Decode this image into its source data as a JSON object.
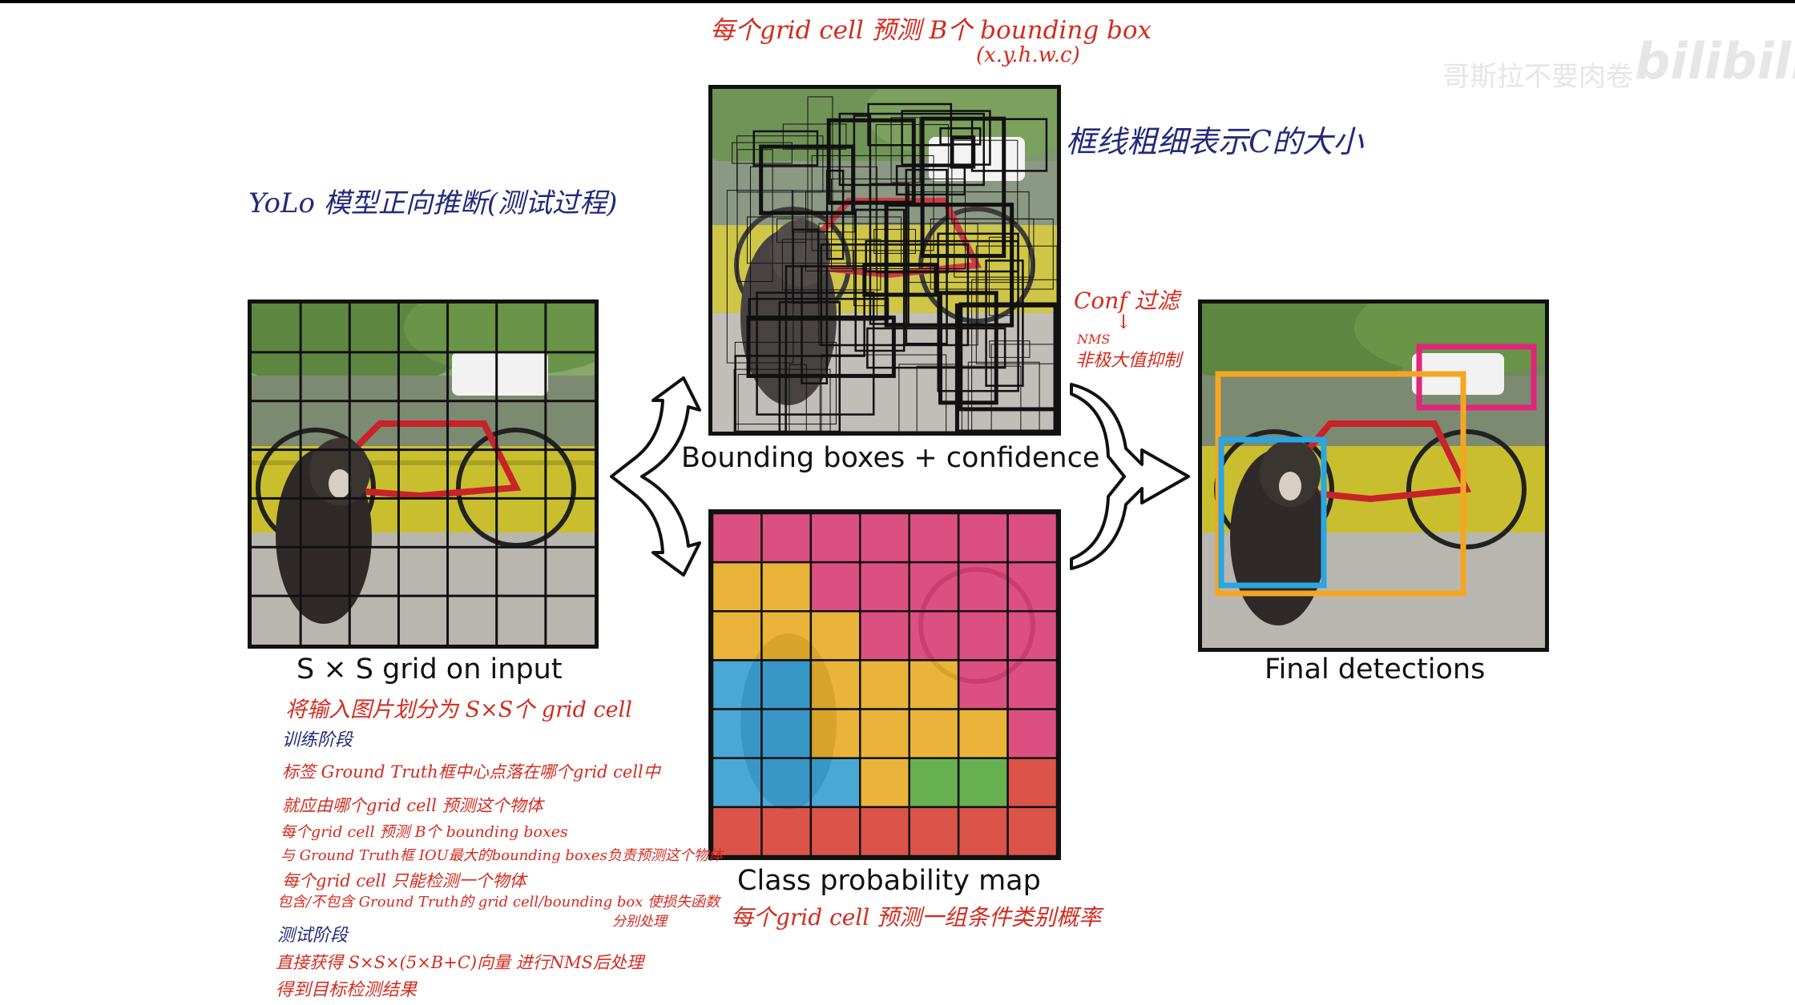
{
  "watermark": {
    "text": "哥斯拉不要肉卷",
    "brand": "bilibili"
  },
  "annotations": {
    "top_line1": "每个grid cell 预测 B个 bounding box",
    "top_line2": "(x.y.h.w.c)",
    "title": "YoLo 模型正向推断(测试过程)",
    "box_thickness": "框线粗细表示C的大小",
    "conf_filter": "Conf 过滤",
    "nms": "NMS",
    "nms_desc": "非极大值抑制",
    "arrow_down": "↓",
    "class_prob_desc": "每个grid cell 预测一组条件类别概率"
  },
  "captions": {
    "grid": "S × S grid on input",
    "boxes": "Bounding boxes + confidence",
    "class_map": "Class probability map",
    "final": "Final detections"
  },
  "notes": [
    {
      "text": "将输入图片划分为 S×S个 grid cell",
      "color": "red"
    },
    {
      "text": "训练阶段",
      "color": "blue"
    },
    {
      "text": "标签 Ground Truth框中心点落在哪个grid cell中",
      "color": "red"
    },
    {
      "text": "就应由哪个grid cell 预测这个物体",
      "color": "red"
    },
    {
      "text": "每个grid cell 预测 B个 bounding boxes",
      "color": "red"
    },
    {
      "text": "与 Ground Truth框 IOU最大的bounding boxes负责预测这个物体",
      "color": "red"
    },
    {
      "text": "每个grid cell 只能检测一个物体",
      "color": "red"
    },
    {
      "text": "包含/不包含 Ground Truth的 grid cell/bounding box 使损失函数",
      "color": "red"
    },
    {
      "text": "分别处理",
      "color": "red"
    },
    {
      "text": "测试阶段",
      "color": "blue"
    },
    {
      "text": "直接获得 S×S×(5×B+C)向量 进行NMS后处理",
      "color": "red"
    },
    {
      "text": "得到目标检测结果",
      "color": "red"
    }
  ],
  "class_map": {
    "colors": {
      "pink": "#e0417a",
      "yellow": "#f0b42a",
      "blue": "#3aa6dc",
      "green": "#5cb043",
      "red": "#e0473a"
    },
    "rows": [
      [
        "pink",
        "pink",
        "pink",
        "pink",
        "pink",
        "pink",
        "pink"
      ],
      [
        "yellow",
        "yellow",
        "pink",
        "pink",
        "pink",
        "pink",
        "pink"
      ],
      [
        "yellow",
        "yellow",
        "yellow",
        "pink",
        "pink",
        "pink",
        "pink"
      ],
      [
        "blue",
        "blue",
        "yellow",
        "yellow",
        "yellow",
        "pink",
        "pink"
      ],
      [
        "blue",
        "blue",
        "yellow",
        "yellow",
        "yellow",
        "yellow",
        "pink"
      ],
      [
        "blue",
        "blue",
        "blue",
        "yellow",
        "green",
        "green",
        "red"
      ],
      [
        "red",
        "red",
        "red",
        "red",
        "red",
        "red",
        "red"
      ]
    ]
  },
  "detections": {
    "car": {
      "color": "#e0267a"
    },
    "bicycle": {
      "color": "#f4a623"
    },
    "dog": {
      "color": "#2aa6e0"
    }
  }
}
